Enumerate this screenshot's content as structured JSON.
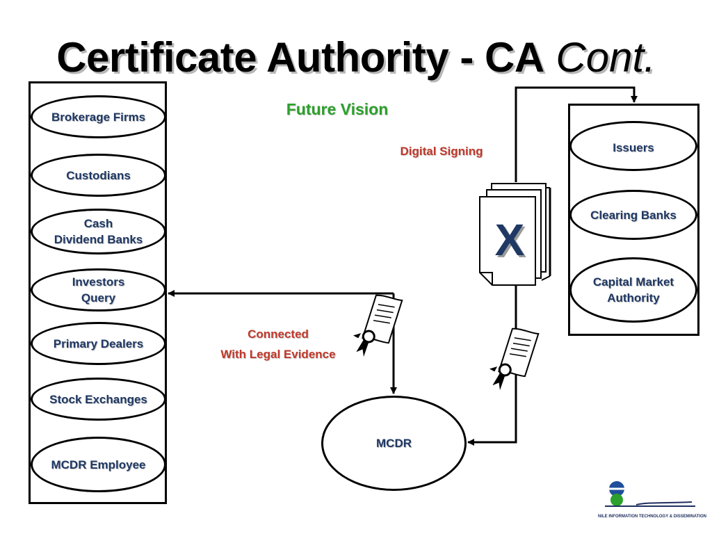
{
  "title": {
    "main": "Certificate Authority - CA",
    "suffix": "Cont."
  },
  "left_entities": [
    {
      "label": "Brokerage Firms"
    },
    {
      "label": "Custodians"
    },
    {
      "label": "Cash\nDividend Banks"
    },
    {
      "label": "Investors\nQuery"
    },
    {
      "label": "Primary Dealers"
    },
    {
      "label": "Stock Exchanges"
    },
    {
      "label": "MCDR Employee"
    }
  ],
  "right_entities": [
    {
      "label": "Issuers"
    },
    {
      "label": "Clearing Banks"
    },
    {
      "label": "Capital Market\nAuthority"
    }
  ],
  "center": {
    "future_vision": "Future Vision",
    "digital_signing": "Digital Signing",
    "connected_line1": "Connected",
    "connected_line2": "With Legal Evidence",
    "mcdr": "MCDR",
    "document_mark": "X"
  },
  "logo": {
    "caption": "NILE INFORMATION TECHNOLOGY & DISSEMINATION"
  },
  "colors": {
    "entity_text": "#1f3864",
    "future_vision": "#2ca02c",
    "annotation": "#c0392b",
    "document_x": "#1f3864"
  }
}
